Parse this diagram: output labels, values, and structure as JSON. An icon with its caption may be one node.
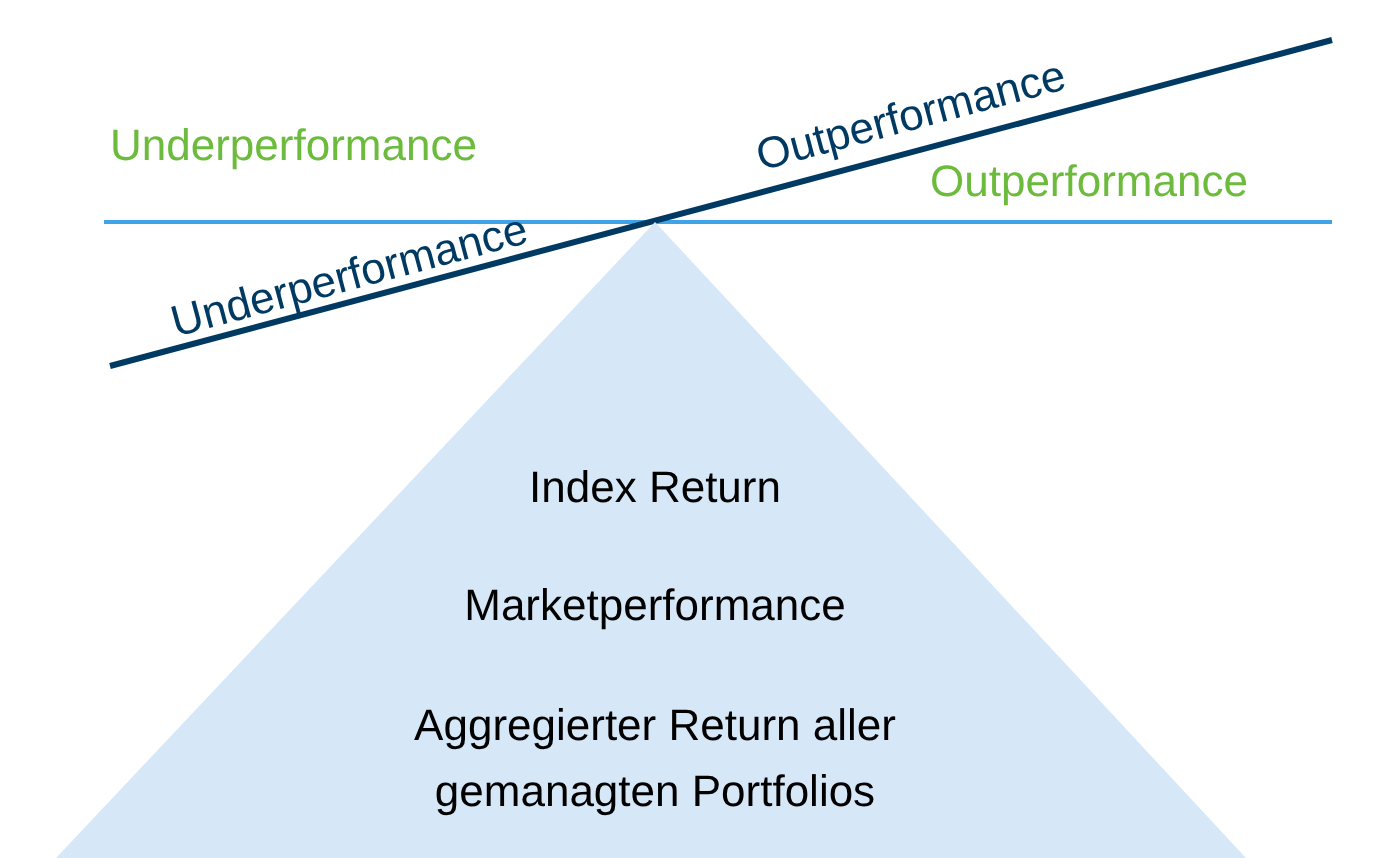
{
  "diagram": {
    "nodes": [
      {
        "text": [
          "Index Return",
          "Marketperformance",
          "Aggregierter Return aller gemanagten Portfolios"
        ]
      }
    ],
    "edges": [],
    "labels": [
      "Outperformance",
      "Underperformance",
      "Outperformance",
      "Underperformance"
    ]
  }
}
